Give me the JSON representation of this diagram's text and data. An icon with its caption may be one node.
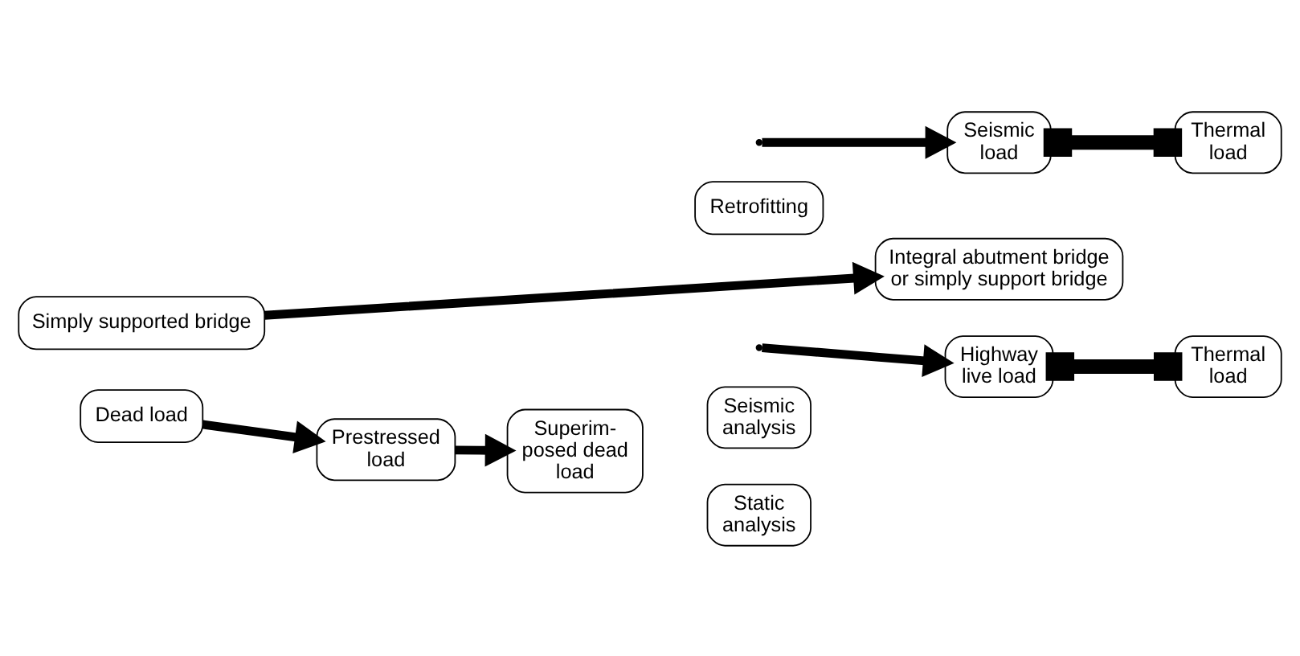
{
  "diagram": {
    "nodes": [
      {
        "text": [
          "Retrofitting"
        ]
      },
      {
        "text": [
          "Simply supported bridge"
        ]
      },
      {
        "text": [
          "Integral abutment bridge or simply support bridge"
        ]
      },
      {
        "text": [
          "Dead load"
        ]
      },
      {
        "text": [
          "Prestressed load"
        ]
      },
      {
        "text": [
          "Superim- posed dead load"
        ]
      },
      {
        "text": [
          "Static analysis"
        ]
      },
      {
        "text": [
          "Highway live load"
        ]
      },
      {
        "text": [
          "Thermal load"
        ]
      },
      {
        "text": [
          "Seismic load"
        ]
      },
      {
        "text": [
          "Thermal load"
        ]
      },
      {
        "text": [
          "Seismic analysis"
        ]
      }
    ],
    "edges": [
      {
        "from": 1,
        "to": 2,
        "arrow": "to"
      },
      {
        "from": 3,
        "to": 4,
        "arrow": "to"
      },
      {
        "from": 4,
        "to": 5,
        "arrow": "to"
      },
      {
        "from": null,
        "to": 7,
        "arrow": "to"
      },
      {
        "from": null,
        "to": 9,
        "arrow": "to"
      },
      {
        "from": 7,
        "to": 8,
        "arrow": "other"
      },
      {
        "from": 9,
        "to": 10,
        "arrow": "other"
      }
    ]
  }
}
